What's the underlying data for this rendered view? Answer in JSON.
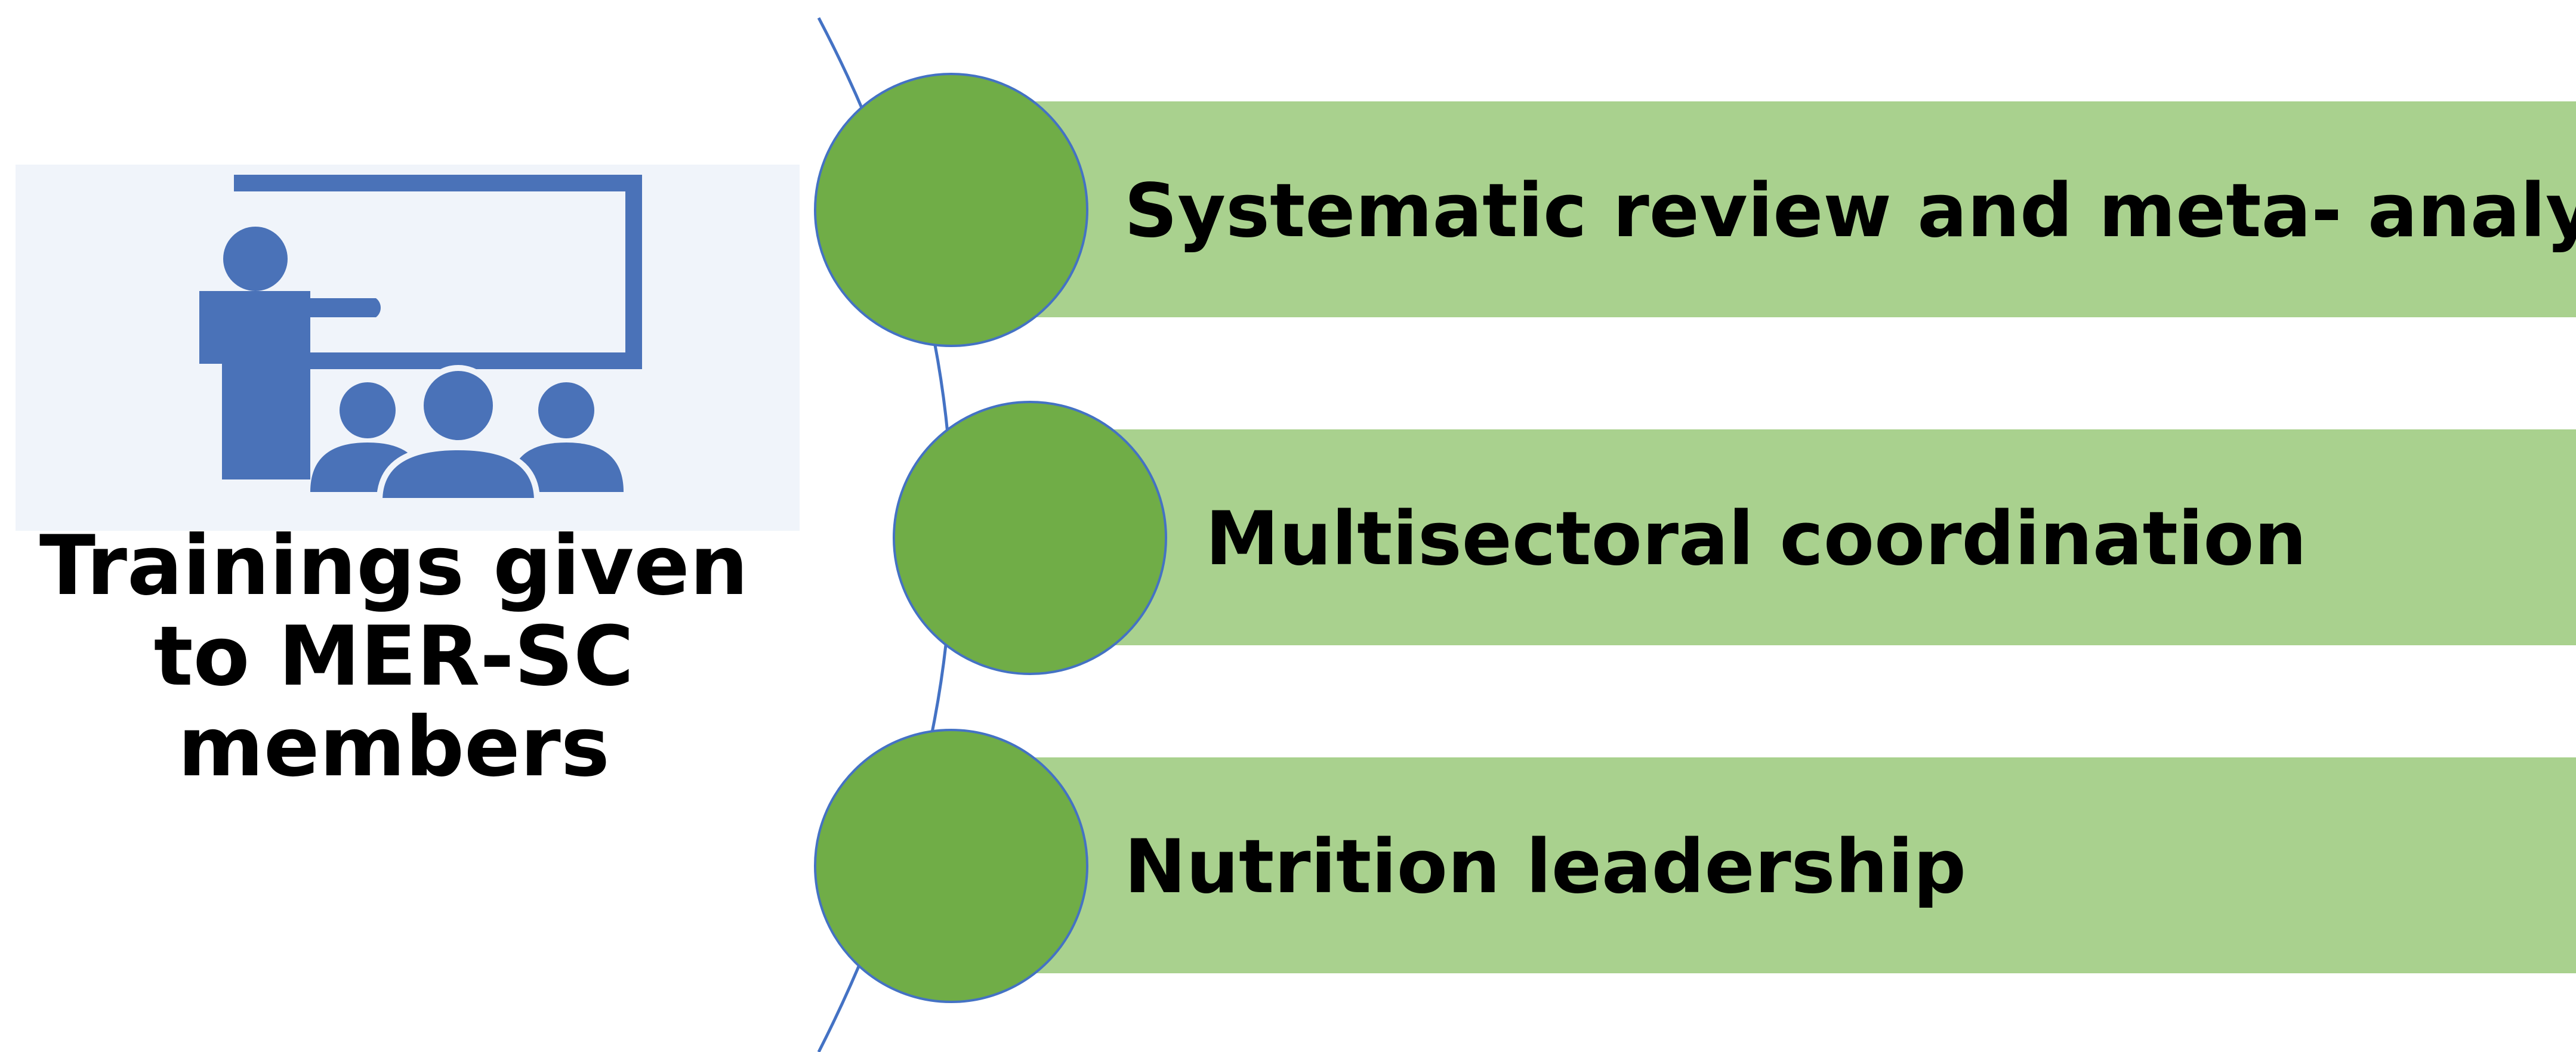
{
  "title_lines": [
    "Trainings given",
    "to MER-SC",
    "members"
  ],
  "icon": "teacher-presentation-icon",
  "items": [
    {
      "label": "Systematic review and meta- analysis"
    },
    {
      "label": "Multisectoral coordination"
    },
    {
      "label": "Nutrition leadership"
    }
  ],
  "colors": {
    "bar": "#a9d18e",
    "circle": "#70ad47",
    "circle_outline": "#4472c4",
    "connector_arc": "#4472c4",
    "icon": "#4a72b8",
    "icon_background": "#f0f4fa",
    "text": "#000000"
  }
}
